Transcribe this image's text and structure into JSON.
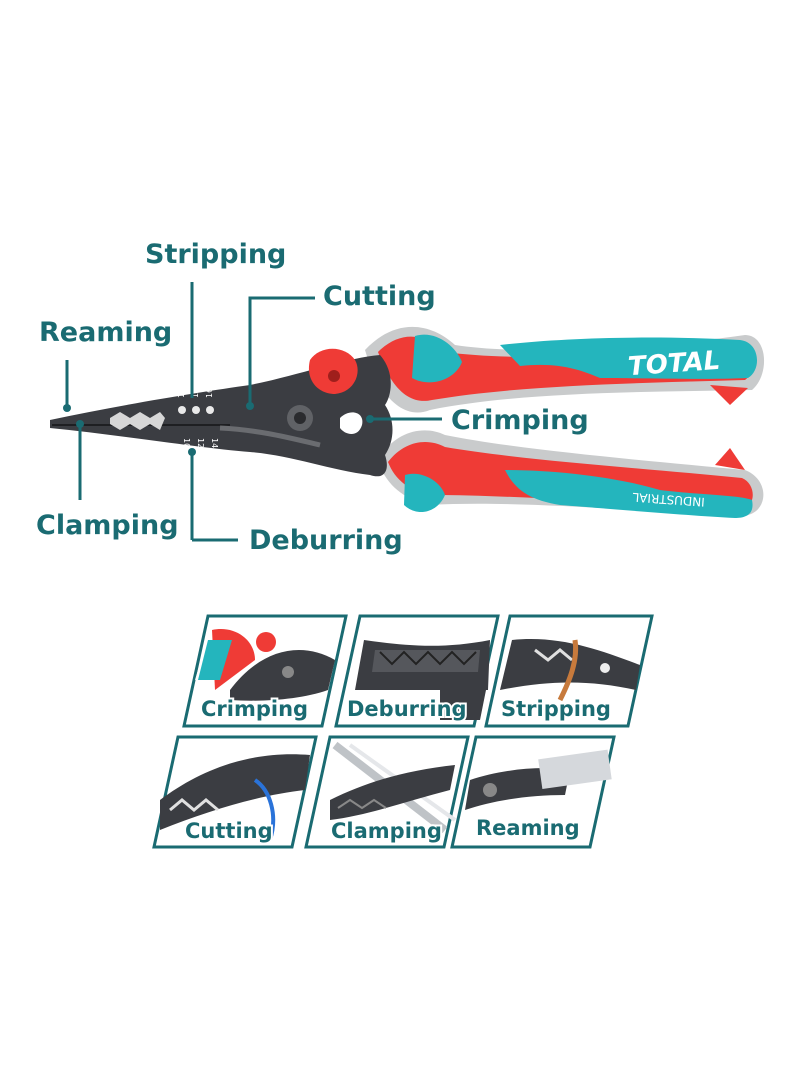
{
  "brand": {
    "logo_text": "TOTAL",
    "grip_text": "INDUSTRIAL"
  },
  "gauge": {
    "top_numbers": [
      "12",
      "14",
      "16"
    ],
    "bottom_numbers": [
      "10",
      "12",
      "14"
    ]
  },
  "callouts": {
    "stripping": "Stripping",
    "cutting": "Cutting",
    "reaming": "Reaming",
    "crimping": "Crimping",
    "clamping": "Clamping",
    "deburring": "Deburring"
  },
  "panels": [
    {
      "label": "Crimping"
    },
    {
      "label": "Deburring"
    },
    {
      "label": "Stripping"
    },
    {
      "label": "Cutting"
    },
    {
      "label": "Clamping"
    },
    {
      "label": "Reaming"
    }
  ],
  "colors": {
    "teal_text": "#1a6b72",
    "handle_red": "#ef3b36",
    "handle_teal": "#24b5bd",
    "metal_dark": "#3b3d42"
  }
}
